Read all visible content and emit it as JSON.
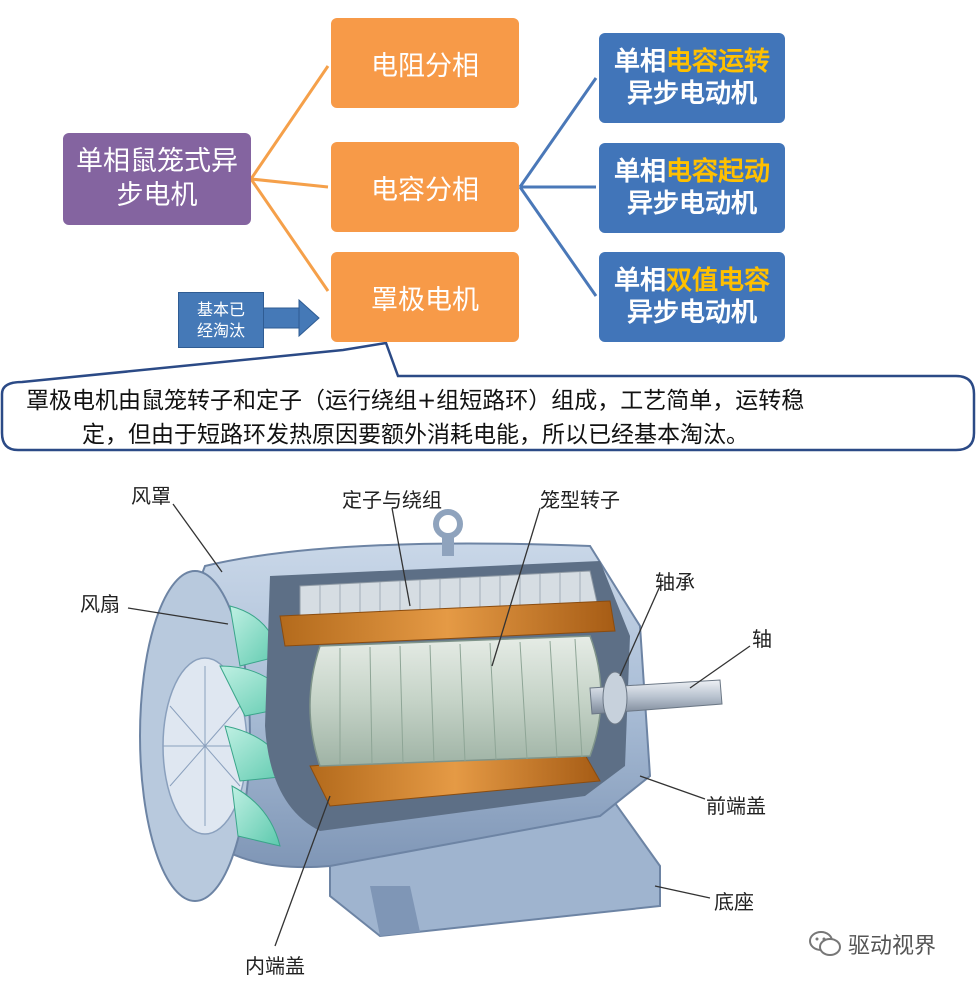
{
  "diagram": {
    "root": {
      "line1": "单相鼠笼式异",
      "line2": "步电机"
    },
    "branches": [
      {
        "label": "电阻分相"
      },
      {
        "label": "电容分相"
      },
      {
        "label": "罩极电机"
      }
    ],
    "capacitor_types": [
      {
        "prefix": "单相",
        "highlight": "电容运转",
        "line2": "异步电动机"
      },
      {
        "prefix": "单相",
        "highlight": "电容起动",
        "line2": "异步电动机"
      },
      {
        "prefix": "单相",
        "highlight": "双值电容",
        "line2": "异步电动机"
      }
    ],
    "tag": {
      "line1": "基本已",
      "line2": "经淘汰"
    },
    "callout": {
      "line1": "罩极电机由鼠笼转子和定子（运行绕组+组短路环）组成，工艺简单，运转稳",
      "line2": "定，但由于短路环发热原因要额外消耗电能，所以已经基本淘汰。"
    },
    "colors": {
      "root": "#8464a0",
      "branch": "#f79a48",
      "capacitor": "#4175b9",
      "highlight": "#ffc000",
      "orange_line": "#f5a04a",
      "blue_line": "#4a78b8"
    }
  },
  "motor": {
    "labels": {
      "fan_cover": "风罩",
      "fan": "风扇",
      "stator": "定子与绕组",
      "rotor": "笼型转子",
      "bearing": "轴承",
      "shaft": "轴",
      "front_cover": "前端盖",
      "base": "底座",
      "inner_cover": "内端盖"
    }
  },
  "watermark": {
    "text": "驱动视界",
    "icon": "wechat-icon"
  }
}
